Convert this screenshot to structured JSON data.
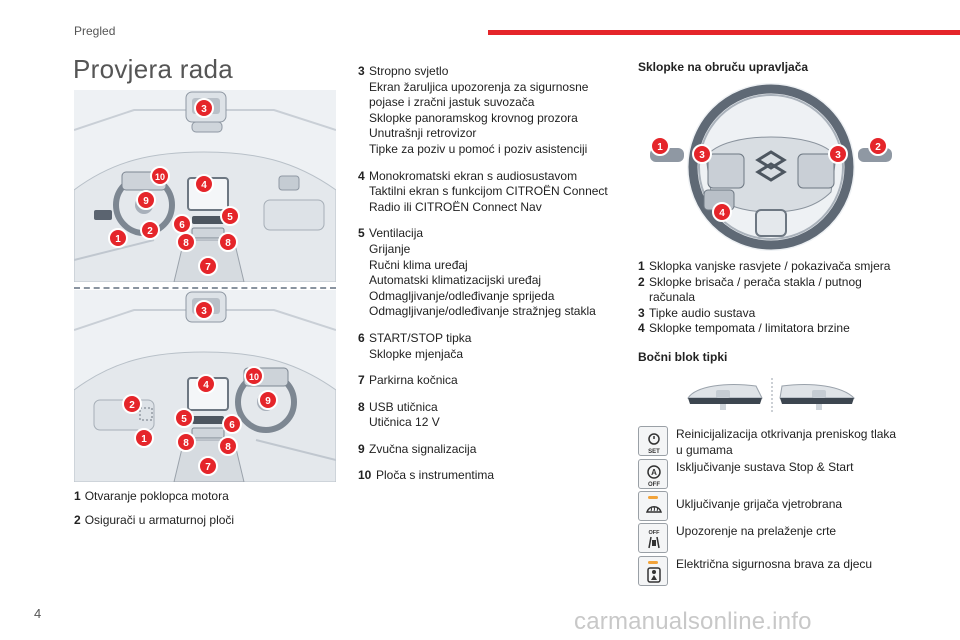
{
  "header": {
    "section": "Pregled"
  },
  "page": {
    "title": "Provjera rada",
    "number": "4"
  },
  "watermark": "carmanualsonline.info",
  "colors": {
    "accent": "#e5252a",
    "led": "#f2a33a"
  },
  "diagram_callouts": {
    "top": [
      "3",
      "10",
      "4",
      "9",
      "6",
      "5",
      "2",
      "8",
      "8",
      "1",
      "7"
    ],
    "bottom": [
      "3",
      "10",
      "4",
      "9",
      "2",
      "5",
      "6",
      "1",
      "8",
      "8",
      "7"
    ]
  },
  "captions": [
    {
      "num": "1",
      "text": "Otvaranje poklopca motora"
    },
    {
      "num": "2",
      "text": "Osigurači u armaturnoj ploči"
    }
  ],
  "items": [
    {
      "num": "3",
      "lines": [
        "Stropno svjetlo",
        "Ekran žaruljica upozorenja za sigurnosne",
        "pojase i zračni jastuk suvozača",
        "Sklopke panoramskog krovnog prozora",
        "Unutrašnji retrovizor",
        "Tipke za poziv u pomoć i poziv asistenciji"
      ]
    },
    {
      "num": "4",
      "lines": [
        "Monokromatski ekran s audiosustavom",
        "Taktilni ekran s funkcijom CITROËN Connect",
        "Radio ili CITROËN Connect Nav"
      ]
    },
    {
      "num": "5",
      "lines": [
        "Ventilacija",
        "Grijanje",
        "Ručni klima uređaj",
        "Automatski klimatizacijski uređaj",
        "Odmagljivanje/odleđivanje sprijeda",
        "Odmagljivanje/odleđivanje stražnjeg stakla"
      ]
    },
    {
      "num": "6",
      "lines": [
        "START/STOP tipka",
        "Sklopke mjenjača"
      ]
    },
    {
      "num": "7",
      "lines": [
        "Parkirna kočnica"
      ]
    },
    {
      "num": "8",
      "lines": [
        "USB utičnica",
        "Utičnica 12 V"
      ]
    },
    {
      "num": "9",
      "lines": [
        "Zvučna signalizacija"
      ]
    },
    {
      "num": "10",
      "lines": [
        "Ploča s instrumentima"
      ]
    }
  ],
  "wheel": {
    "title": "Sklopke na obruču upravljača",
    "callouts": [
      "1",
      "2",
      "3",
      "3",
      "4"
    ],
    "items": [
      {
        "num": "1",
        "lines": [
          "Sklopka vanjske rasvjete / pokazivača smjera"
        ]
      },
      {
        "num": "2",
        "lines": [
          "Sklopke brisača / perača stakla / putnog",
          "računala"
        ]
      },
      {
        "num": "3",
        "lines": [
          "Tipke audio sustava"
        ]
      },
      {
        "num": "4",
        "lines": [
          "Sklopke tempomata / limitatora brzine"
        ]
      }
    ]
  },
  "side_block": {
    "title": "Bočni blok tipki",
    "buttons": [
      {
        "icon": "tyre-pressure-set-icon",
        "label": "SET",
        "lines": [
          "Reinicijalizacija otkrivanja preniskog tlaka",
          "u gumama"
        ]
      },
      {
        "icon": "stop-start-off-icon",
        "label": "OFF",
        "lines": [
          "Isključivanje sustava Stop & Start"
        ]
      },
      {
        "icon": "windscreen-heater-icon",
        "label": "",
        "lines": [
          "Uključivanje grijača vjetrobrana"
        ]
      },
      {
        "icon": "lane-departure-off-icon",
        "label": "OFF",
        "lines": [
          "Upozorenje na prelaženje crte"
        ]
      },
      {
        "icon": "child-lock-icon",
        "label": "",
        "lines": [
          "Električna sigurnosna brava za djecu"
        ]
      }
    ]
  }
}
